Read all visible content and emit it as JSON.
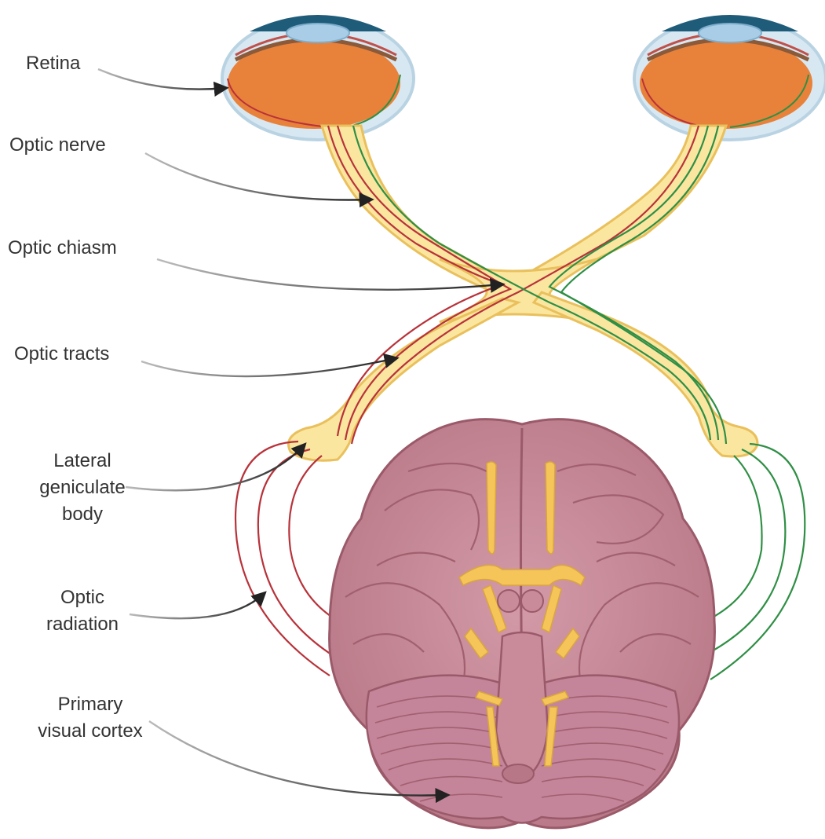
{
  "labels": {
    "retina": "Retina",
    "optic_nerve": "Optic nerve",
    "optic_chiasm": "Optic chiasm",
    "optic_tracts": "Optic tracts",
    "lateral_geniculate_body": [
      "Lateral",
      "geniculate",
      "body"
    ],
    "optic_radiation": [
      "Optic",
      "radiation"
    ],
    "primary_visual_cortex": [
      "Primary",
      "visual cortex"
    ]
  },
  "colors": {
    "eye_globe": "#e8813a",
    "sclera_outline": "#b9d3e3",
    "lens": "#a9cde6",
    "nerve_fill": "#fbe6a0",
    "nerve_outline": "#e9c05c",
    "left_pathway": "#b8323a",
    "right_pathway": "#2f8f45",
    "brain": "#c98a9a",
    "brain_dark": "#a2606f",
    "vessels": "#f5c55a",
    "arrow": "#222222"
  }
}
